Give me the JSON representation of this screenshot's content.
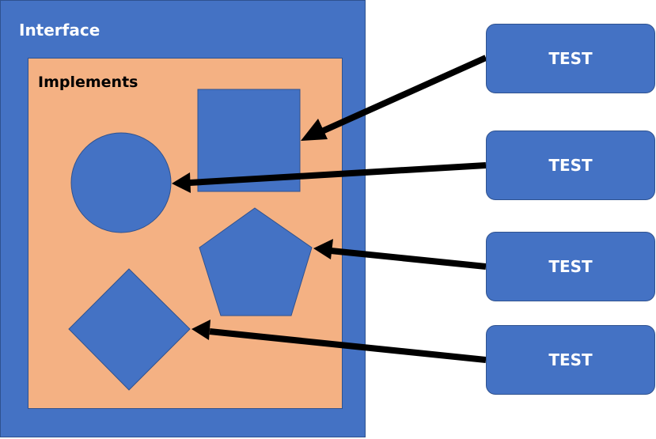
{
  "diagram": {
    "outer_label": "Interface",
    "inner_label": "Implements",
    "test_boxes": [
      "TEST",
      "TEST",
      "TEST",
      "TEST"
    ],
    "colors": {
      "fill_blue": "#4472C4",
      "outline_blue": "#2F528F",
      "inner_fill": "#F4B183",
      "arrow": "#000000"
    }
  }
}
